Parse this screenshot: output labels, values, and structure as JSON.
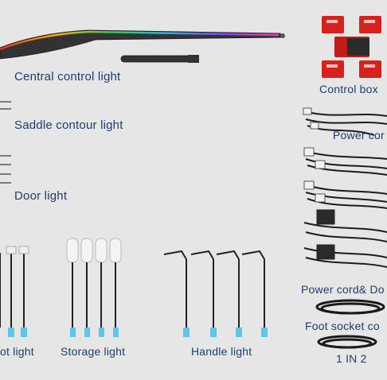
{
  "labels": {
    "central": "Central control light",
    "saddle": "Saddle contour light",
    "door": "Door light",
    "control_box": "Control box",
    "power_cord_top": "Power cor",
    "power_cord_door": "Power cord& Do",
    "foot_socket": "Foot socket co",
    "one_in_two": "1 IN 2",
    "foot_light": "ot light",
    "storage_light": "Storage light",
    "handle_light": "Handle light"
  },
  "colors": {
    "label_text": "#1f3d6b",
    "background": "#e6e6e6",
    "box_red": "#d9211c",
    "tip_cyan": "#5ec6e8"
  }
}
